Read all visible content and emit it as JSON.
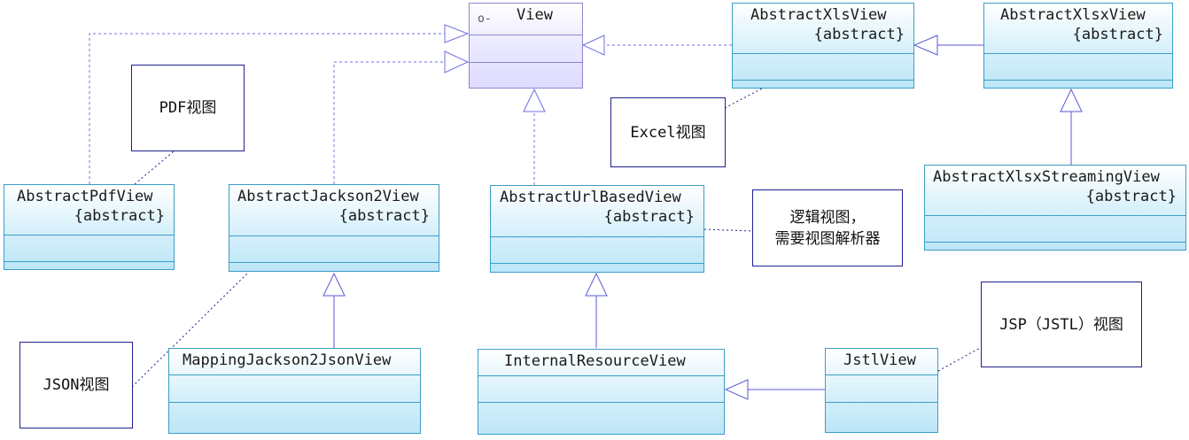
{
  "classes": {
    "view": {
      "name": "View",
      "visibility_icon": "o-"
    },
    "abstract_xls_view": {
      "name": "AbstractXlsView",
      "stereotype": "{abstract}"
    },
    "abstract_xlsx_view": {
      "name": "AbstractXlsxView",
      "stereotype": "{abstract}"
    },
    "abstract_xlsx_streaming_view": {
      "name": "AbstractXlsxStreamingView",
      "stereotype": "{abstract}"
    },
    "abstract_pdf_view": {
      "name": "AbstractPdfView",
      "stereotype": "{abstract}"
    },
    "abstract_jackson2_view": {
      "name": "AbstractJackson2View",
      "stereotype": "{abstract}"
    },
    "abstract_url_based_view": {
      "name": "AbstractUrlBasedView",
      "stereotype": "{abstract}"
    },
    "mapping_jackson2_json_view": {
      "name": "MappingJackson2JsonView"
    },
    "internal_resource_view": {
      "name": "InternalResourceView"
    },
    "jstl_view": {
      "name": "JstlView"
    }
  },
  "notes": {
    "pdf": "PDF视图",
    "excel": "Excel视图",
    "logical": "逻辑视图，\n需要视图解析器",
    "json": "JSON视图",
    "jsp": "JSP（JSTL）视图"
  },
  "colors": {
    "class_border": "#3a9ec6",
    "view_border": "#8d86cf",
    "note_border": "#1f1f8f",
    "realization_line": "#6f6fe0",
    "inheritance_line": "#5a5ad8"
  },
  "relationships": [
    {
      "from": "AbstractXlsView",
      "to": "View",
      "kind": "realization"
    },
    {
      "from": "AbstractPdfView",
      "to": "View",
      "kind": "realization"
    },
    {
      "from": "AbstractJackson2View",
      "to": "View",
      "kind": "realization"
    },
    {
      "from": "AbstractUrlBasedView",
      "to": "View",
      "kind": "realization"
    },
    {
      "from": "AbstractXlsxView",
      "to": "AbstractXlsView",
      "kind": "generalization"
    },
    {
      "from": "AbstractXlsxStreamingView",
      "to": "AbstractXlsxView",
      "kind": "generalization"
    },
    {
      "from": "MappingJackson2JsonView",
      "to": "AbstractJackson2View",
      "kind": "generalization"
    },
    {
      "from": "InternalResourceView",
      "to": "AbstractUrlBasedView",
      "kind": "generalization"
    },
    {
      "from": "JstlView",
      "to": "InternalResourceView",
      "kind": "generalization"
    }
  ]
}
